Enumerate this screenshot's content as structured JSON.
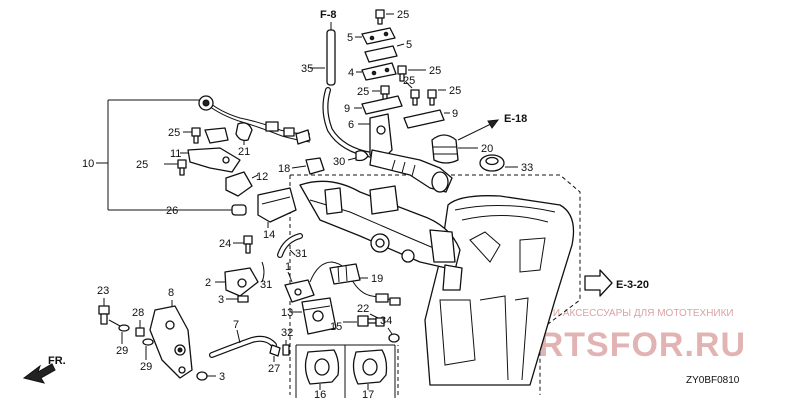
{
  "diagram_code": "ZY0BF0810",
  "direction_label": "FR.",
  "refs": {
    "f8": "F-8",
    "e18": "E-18",
    "e320": "E-3-20"
  },
  "watermark": {
    "line1": "ЗАПЧАСТИ И АКСЕССУАРЫ ДЛЯ МОТОТЕХНИКИ",
    "line2": "PARTSFOR.RU"
  },
  "callouts": {
    "c25a": "25",
    "c5a": "5",
    "c5b": "5",
    "c35": "35",
    "c4": "4",
    "c25b": "25",
    "c25c": "25",
    "c25d": "25",
    "c25e": "25",
    "c9a": "9",
    "c9b": "9",
    "c6": "6",
    "c20": "20",
    "c30": "30",
    "c33": "33",
    "c10": "10",
    "c25f": "25",
    "c11": "11",
    "c21": "21",
    "c25g": "25",
    "c18": "18",
    "c12": "12",
    "c26": "26",
    "c14": "14",
    "c24": "24",
    "c31a": "31",
    "c1": "1",
    "c19": "19",
    "c2": "2",
    "c31b": "31",
    "c3a": "3",
    "c23": "23",
    "c8": "8",
    "c28": "28",
    "c29a": "29",
    "c29b": "29",
    "c13": "13",
    "c15": "15",
    "c22": "22",
    "c34": "34",
    "c7": "7",
    "c32": "32",
    "c27": "27",
    "c3b": "3",
    "c16": "16",
    "c17": "17"
  }
}
